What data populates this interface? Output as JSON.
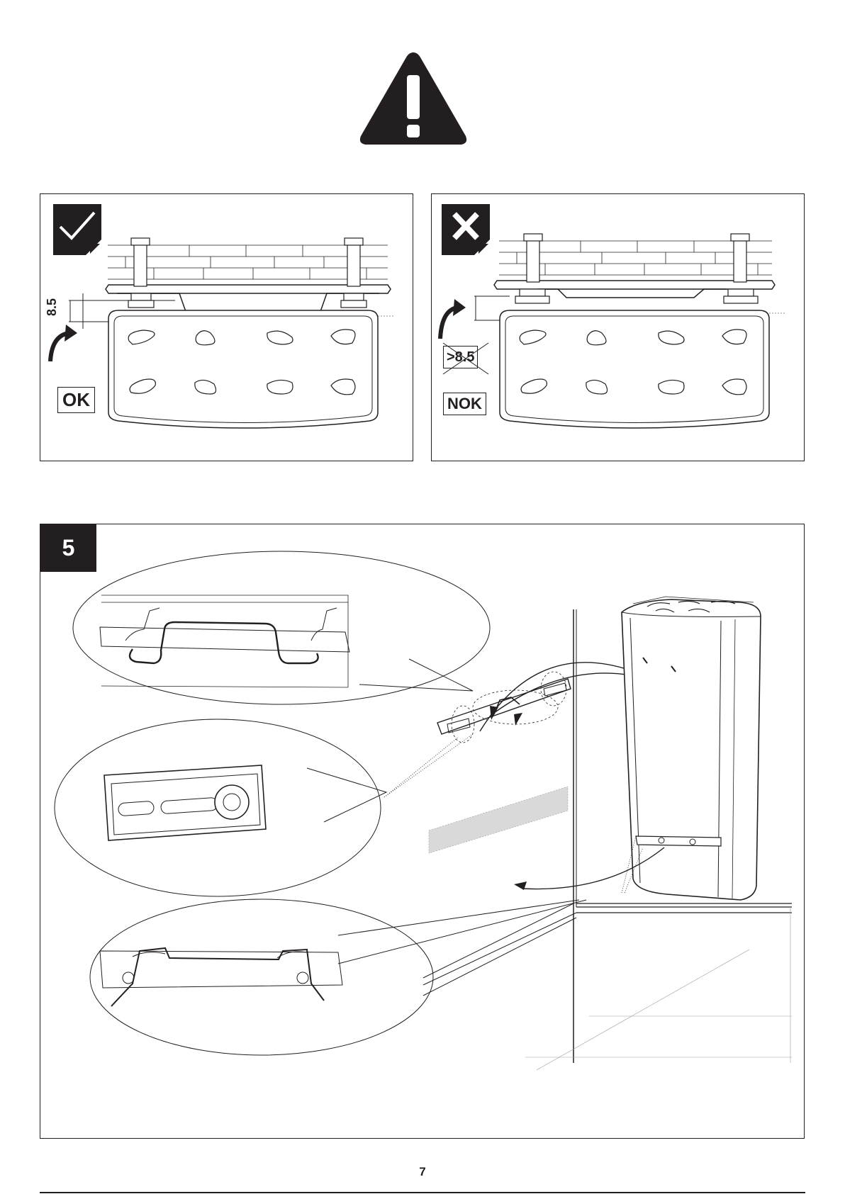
{
  "ok_panel": {
    "dimension_label": "8.5",
    "status_label": "OK",
    "check_icon": "checkmark-icon",
    "curved_arrow_icon": "curved-arrow-icon"
  },
  "nok_panel": {
    "dimension_label": ">8.5",
    "status_label": "NOK",
    "cross_icon": "x-mark-icon",
    "curved_arrow_icon": "curved-arrow-icon"
  },
  "warning_icon": "warning-triangle-icon",
  "step": {
    "number": "5"
  },
  "page_number": "7",
  "colors": {
    "ink": "#231f20",
    "shading": "#d9d9d9"
  }
}
